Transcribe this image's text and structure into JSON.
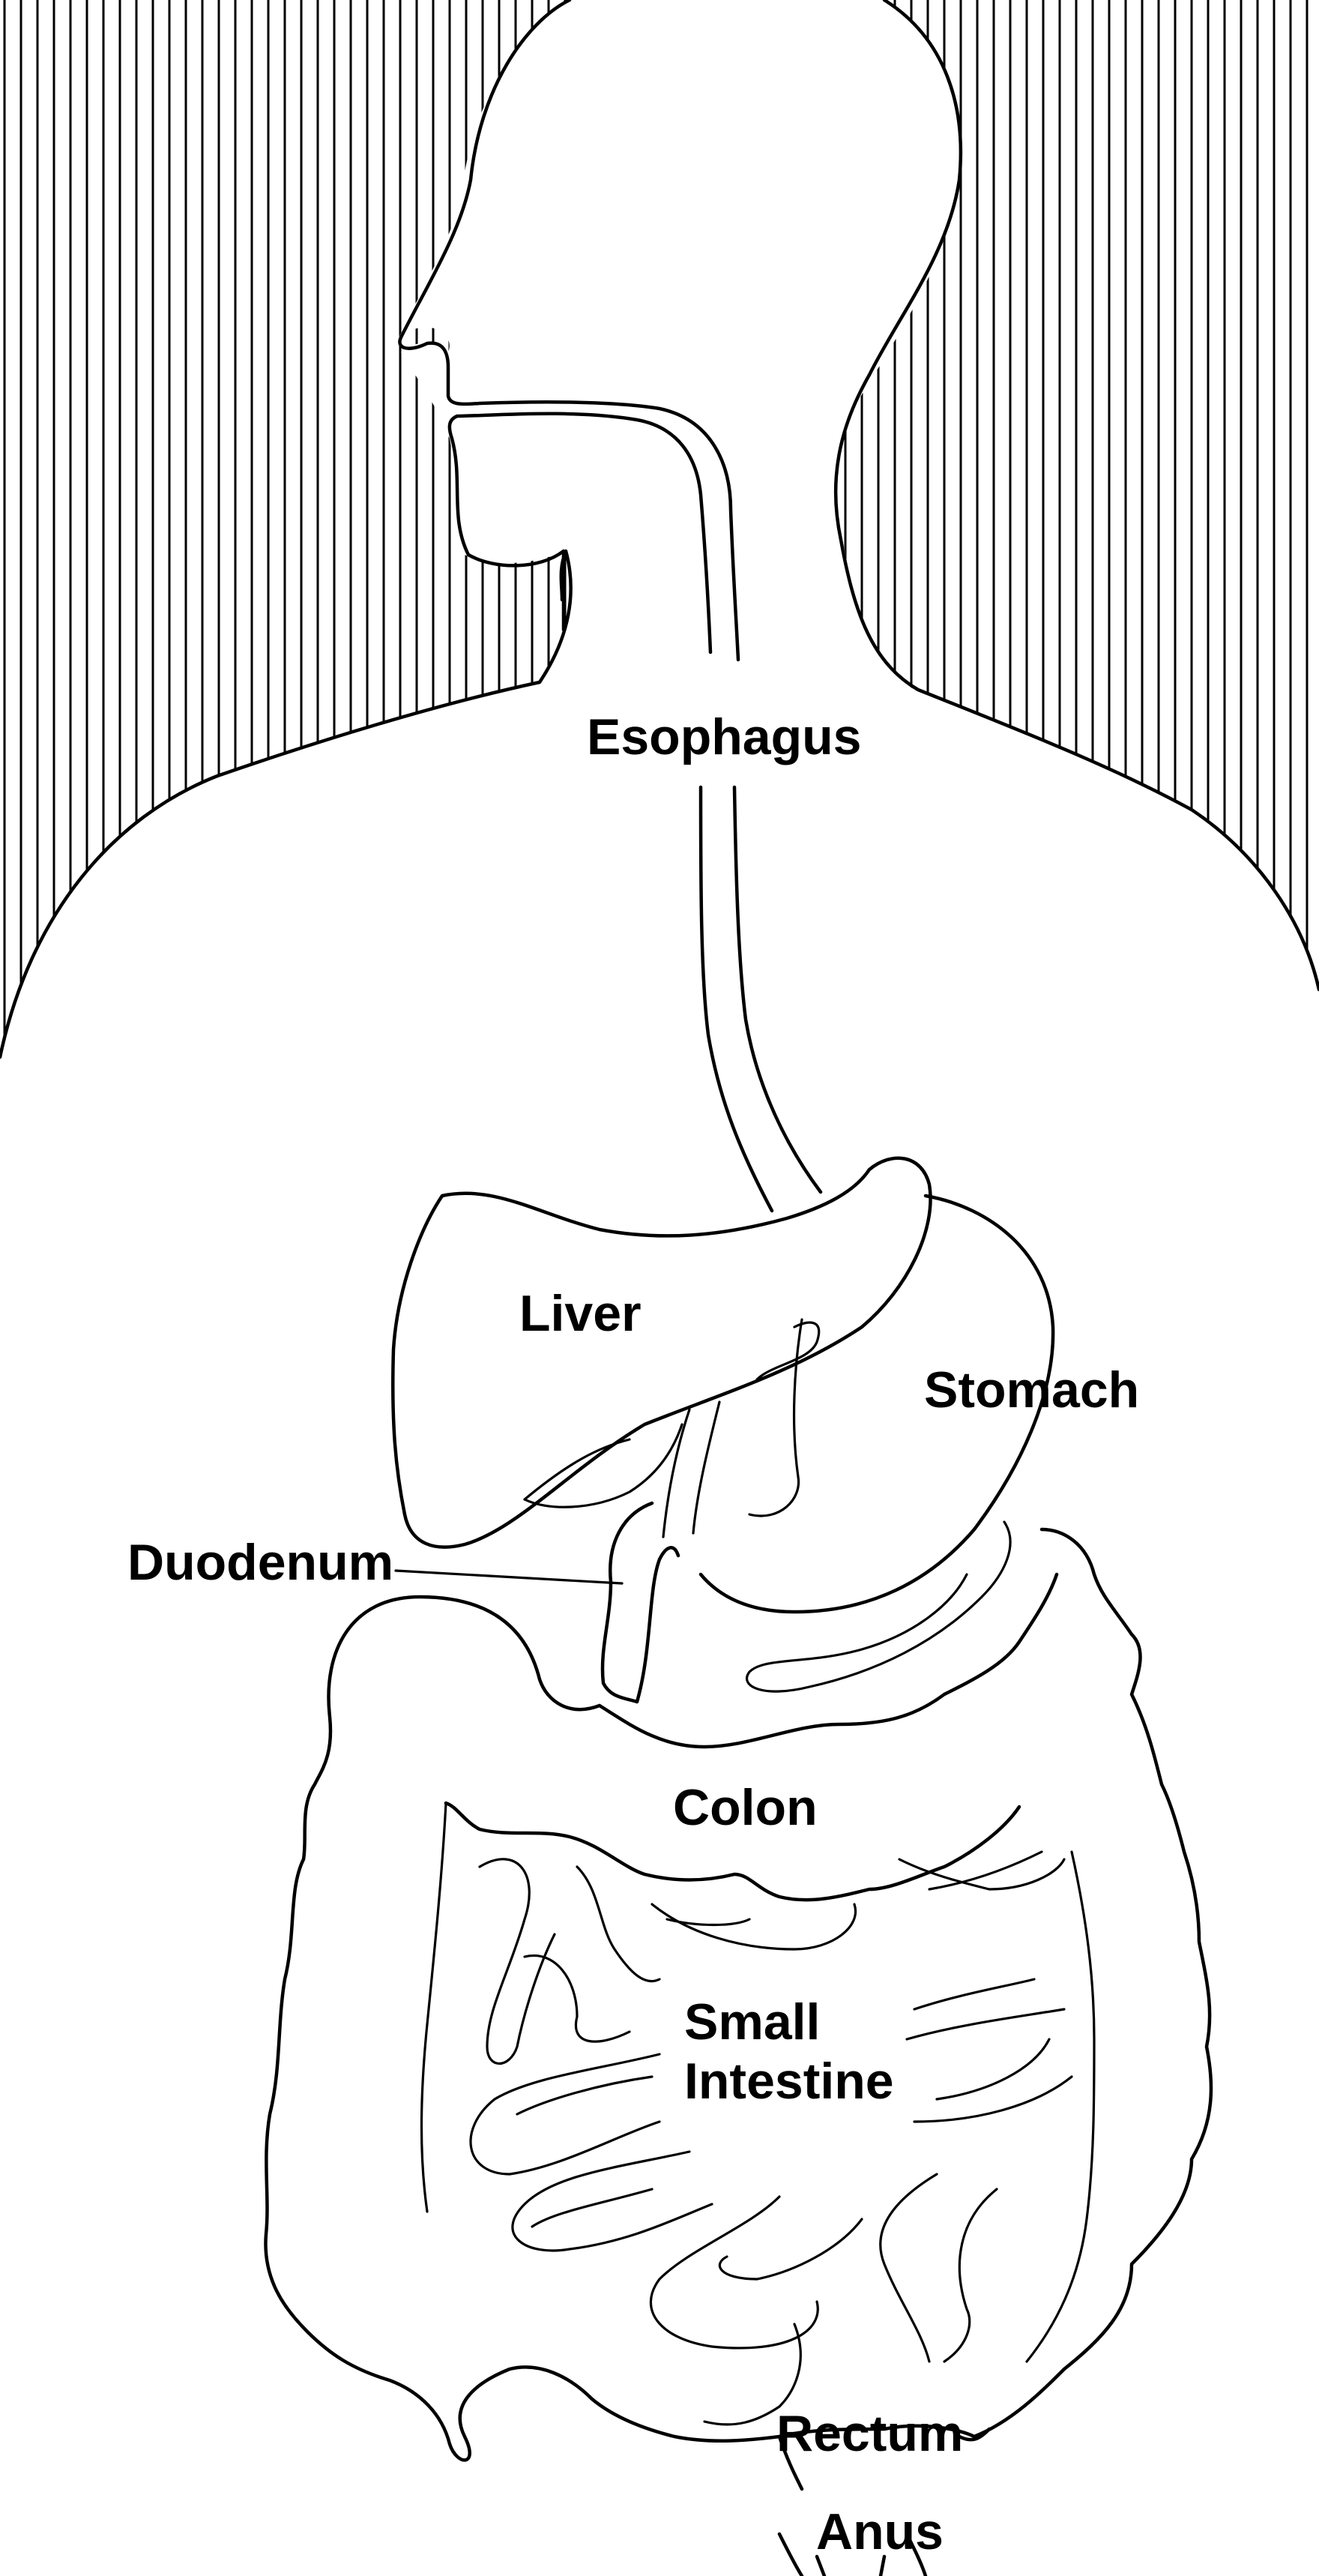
{
  "labels": {
    "esophagus": "Esophagus",
    "liver": "Liver",
    "stomach": "Stomach",
    "duodenum": "Duodenum",
    "colon": "Colon",
    "small_intestine_line1": "Small",
    "small_intestine_line2": "Intestine",
    "rectum": "Rectum",
    "anus": "Anus"
  },
  "colors": {
    "line": "#000000",
    "background": "#ffffff"
  }
}
